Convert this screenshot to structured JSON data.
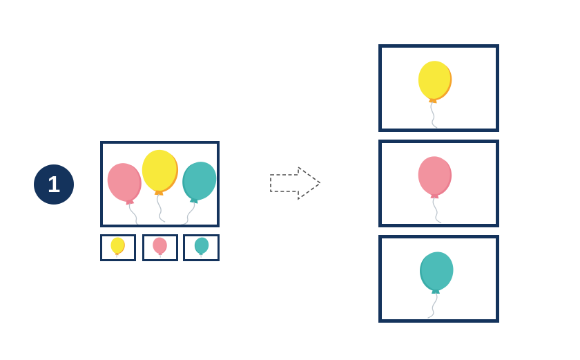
{
  "step": {
    "number": "1"
  },
  "colors": {
    "navy": "#14335C",
    "background": "#FFFFFF",
    "step_text": "#FFFFFF",
    "yellow": "#F8E93B",
    "yellow_shade": "#F5A42C",
    "pink": "#F2939F",
    "pink_shade": "#EB7E90",
    "teal": "#4CBCB8",
    "teal_shade": "#39ACA8",
    "string": "#BCC5CD",
    "arrow": "#4D4D4D"
  },
  "source_panel": {
    "balloons": [
      "pink",
      "yellow",
      "teal"
    ]
  },
  "thumbnails": {
    "balloons": [
      "yellow",
      "pink",
      "teal"
    ]
  },
  "arrow": {
    "direction": "right",
    "style": "dashed"
  },
  "output_panels": {
    "balloons": [
      "yellow",
      "pink",
      "teal"
    ]
  }
}
